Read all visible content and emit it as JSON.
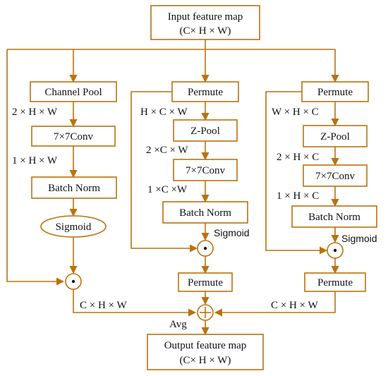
{
  "diagram": {
    "input_line1": "Input feature map",
    "input_line2": "(C× H × W)",
    "output_line1": "Output feature map",
    "output_line2": "(C× H × W)",
    "avg_label": "Avg",
    "branch1": {
      "channel_pool": "Channel Pool",
      "dim_after_pool": "2 × H × W",
      "conv": "7×7Conv",
      "dim_after_conv": "1 × H × W",
      "batch_norm": "Batch Norm",
      "sigmoid": "Sigmoid",
      "out_dim": "C × H × W"
    },
    "branch2": {
      "permute_in": "Permute",
      "dim_after_permute": "H × C × W",
      "zpool": "Z-Pool",
      "dim_after_zpool": "2 ×C × W",
      "conv": "7×7Conv",
      "dim_after_conv": "1 ×C ×W",
      "batch_norm": "Batch Norm",
      "sigmoid": "Sigmoid",
      "permute_out": "Permute"
    },
    "branch3": {
      "permute_in": "Permute",
      "dim_after_permute": "W × H × C",
      "zpool": "Z-Pool",
      "dim_after_zpool": "2 × H × C",
      "conv": "7×7Conv",
      "dim_after_conv": "1 × H × C",
      "batch_norm": "Batch Norm",
      "sigmoid": "Sigmoid",
      "permute_out": "Permute",
      "out_dim": "C × H × W"
    },
    "colors": {
      "stroke": "#b8730f",
      "text": "#111111",
      "background": "#ffffff"
    }
  }
}
